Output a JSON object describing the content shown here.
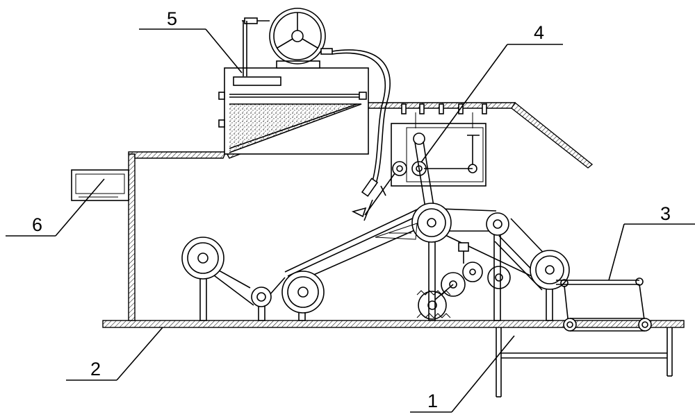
{
  "labels": {
    "l1": "1",
    "l2": "2",
    "l3": "3",
    "l4": "4",
    "l5": "5",
    "l6": "6"
  },
  "colors": {
    "line": "#000000",
    "background": "#ffffff"
  }
}
